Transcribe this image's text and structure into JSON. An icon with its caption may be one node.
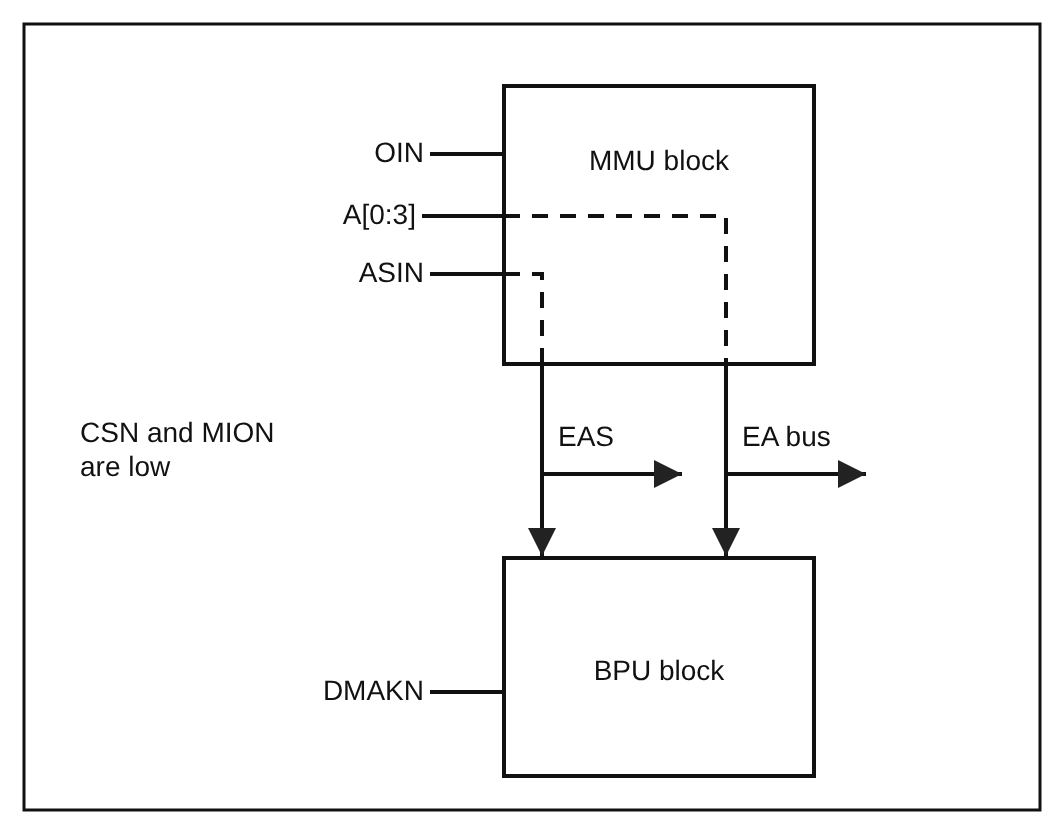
{
  "diagram": {
    "nodes": [
      {
        "text": [
          "MMU block"
        ]
      },
      {
        "text": [
          "BPU block"
        ]
      },
      {
        "text": [
          "OIN"
        ]
      },
      {
        "text": [
          "A[0:3]"
        ]
      },
      {
        "text": [
          "ASIN"
        ]
      },
      {
        "text": [
          "DMAKN"
        ]
      }
    ],
    "edges": [
      {
        "from": 2,
        "to": 0,
        "arrow": "none"
      },
      {
        "from": 3,
        "to": 0,
        "arrow": "none"
      },
      {
        "from": 4,
        "to": 0,
        "arrow": "none"
      },
      {
        "from": 0,
        "to": 1,
        "arrow": "to",
        "label": "EAS"
      },
      {
        "from": 0,
        "to": 1,
        "arrow": "to",
        "label": "EA bus"
      },
      {
        "from": 5,
        "to": 1,
        "arrow": "none"
      }
    ],
    "labels": [
      "CSN and MION are low"
    ]
  }
}
